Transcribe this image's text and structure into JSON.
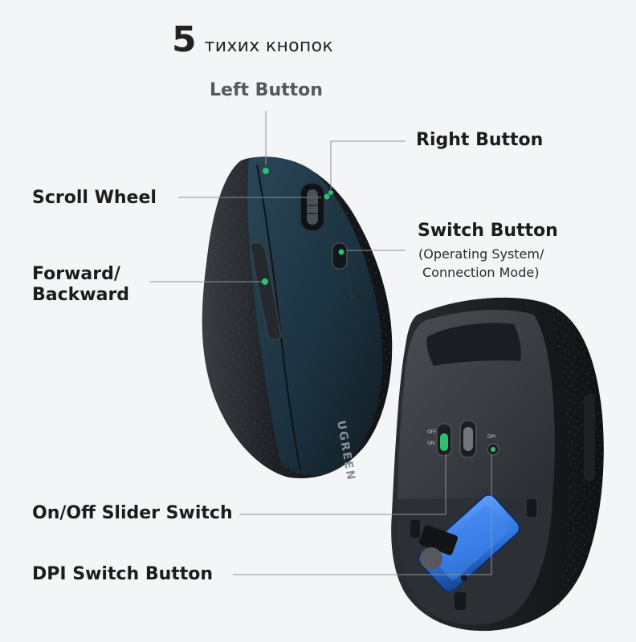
{
  "header": {
    "count": "5",
    "text": "тихих кнопок"
  },
  "labels": {
    "left_button": "Left Button",
    "right_button": "Right Button",
    "scroll_wheel": "Scroll Wheel",
    "switch_button": "Switch Button",
    "switch_sub_1": "(Operating System/",
    "switch_sub_2": "Connection Mode)",
    "forward_1": "Forward/",
    "forward_2": "Backward",
    "onoff": "On/Off Slider Switch",
    "dpi": "DPI Switch Button"
  },
  "product": {
    "brand": "UGREEN",
    "off_label": "OFF",
    "on_label": "ON",
    "dpi_label": "DPI"
  },
  "colors": {
    "background": "#f3f5f7",
    "mouse_body": "#1b2026",
    "mouse_top": "#1f3a4a",
    "accent_green": "#2fbf71",
    "receiver_blue": "#2d6fd6"
  }
}
